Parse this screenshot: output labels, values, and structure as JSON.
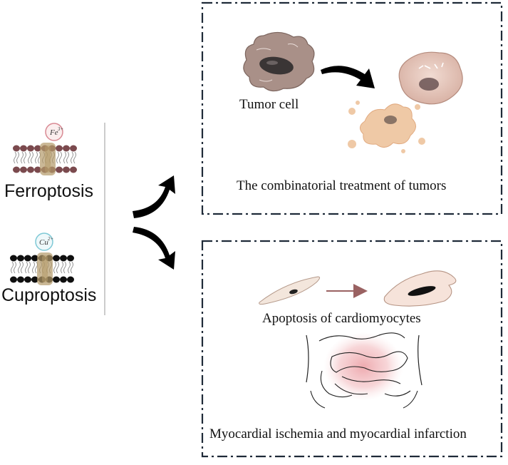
{
  "left_panel": {
    "ferroptosis_label": "Ferroptosis",
    "ferroptosis_ion": "Fe",
    "ferroptosis_ion_charge": "3+",
    "cuproptosis_label": "Cuproptosis",
    "cuproptosis_ion": "Cu",
    "cuproptosis_ion_charge": "2+"
  },
  "top_box": {
    "tumor_cell_label": "Tumor cell",
    "caption": "The combinatorial treatment of tumors"
  },
  "bottom_box": {
    "apoptosis_label": "Apoptosis of cardiomyocytes",
    "caption": "Myocardial ischemia and myocardial infarction"
  },
  "colors": {
    "ferro_membrane": "#7b4a4e",
    "cupro_membrane": "#0f0f0f",
    "channel": "#b49a6a",
    "fe_ion_ring": "#d98a94",
    "cu_ion_ring": "#7fc9d6",
    "tumor_cell": "#a99088",
    "dying_cell": "#efc9a6",
    "arrow": "#000000",
    "cardio_arrow": "#9a6262",
    "chest_glow": "#e88e95",
    "frame": "#1f2a38"
  }
}
